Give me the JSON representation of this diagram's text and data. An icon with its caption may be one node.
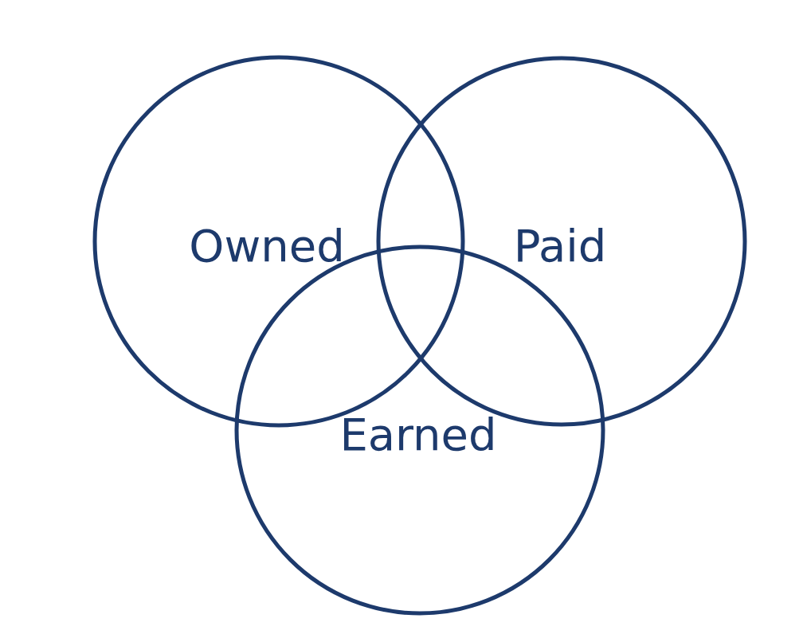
{
  "diagram": {
    "nodes": [
      {
        "text": [
          "Owned"
        ]
      },
      {
        "text": [
          "Paid"
        ]
      },
      {
        "text": [
          "Earned"
        ]
      }
    ],
    "edges": []
  }
}
